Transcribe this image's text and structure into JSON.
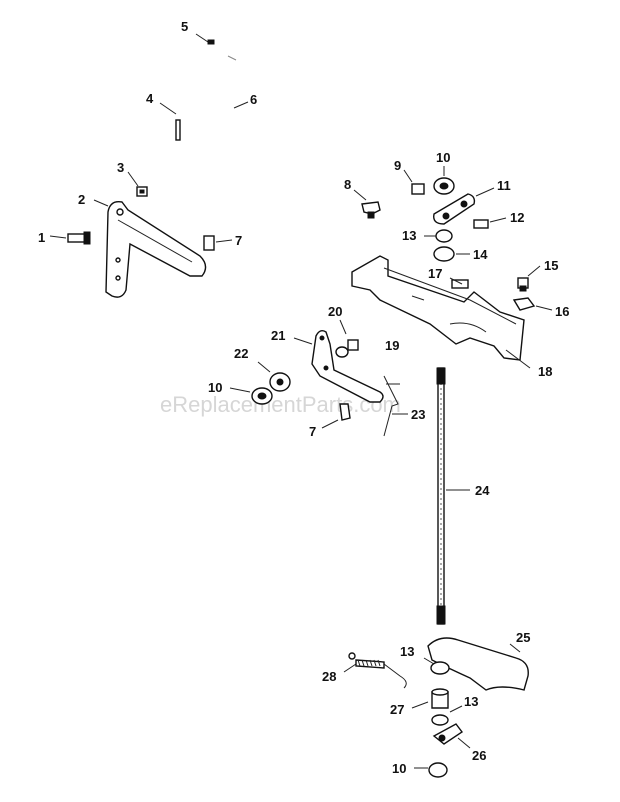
{
  "watermark": "eReplacementParts.com",
  "labels": {
    "l1": "1",
    "l2": "2",
    "l3": "3",
    "l4": "4",
    "l5": "5",
    "l6": "6",
    "l7a": "7",
    "l7b": "7",
    "l8": "8",
    "l9": "9",
    "l10a": "10",
    "l10b": "10",
    "l10c": "10",
    "l11": "11",
    "l12": "12",
    "l13a": "13",
    "l13b": "13",
    "l13c": "13",
    "l14": "14",
    "l15": "15",
    "l16": "16",
    "l17": "17",
    "l18": "18",
    "l19": "19",
    "l20": "20",
    "l21": "21",
    "l22": "22",
    "l23": "23",
    "l24": "24",
    "l25": "25",
    "l26": "26",
    "l27": "27",
    "l28": "28"
  }
}
